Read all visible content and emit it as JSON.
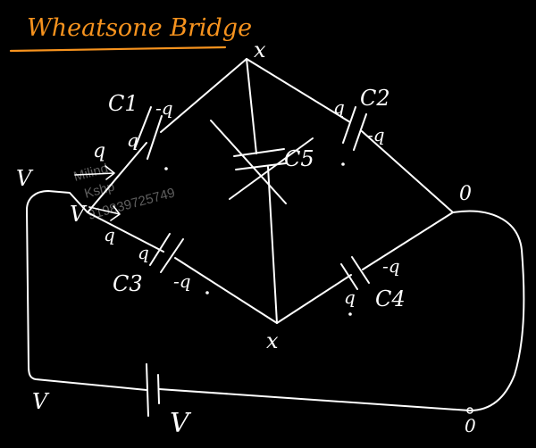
{
  "title": "Wheatsone Bridge",
  "colors": {
    "ink": "#ffffff",
    "title": "#f7931e",
    "background": "#000000",
    "watermark": "#5f5f5f"
  },
  "watermark": [
    "Milind",
    "Kshp",
    "919839725749"
  ],
  "nodes": {
    "top": "x",
    "bottom": "x",
    "right": "0",
    "left": "V",
    "left_outer": "V",
    "battery_left": "V",
    "battery_right": "0"
  },
  "battery": {
    "label": "V"
  },
  "capacitors": {
    "c1": {
      "name": "C1",
      "charge_pos": "q",
      "charge_neg": "-q"
    },
    "c2": {
      "name": "C2",
      "charge_pos": "q",
      "charge_neg": "-q"
    },
    "c3": {
      "name": "C3",
      "charge_pos": "q",
      "charge_neg": "-q"
    },
    "c4": {
      "name": "C4",
      "charge_pos": "q",
      "charge_neg": "-q"
    },
    "c5": {
      "name": "C5"
    }
  },
  "branch_charges": {
    "upper": "q",
    "lower": "q"
  }
}
